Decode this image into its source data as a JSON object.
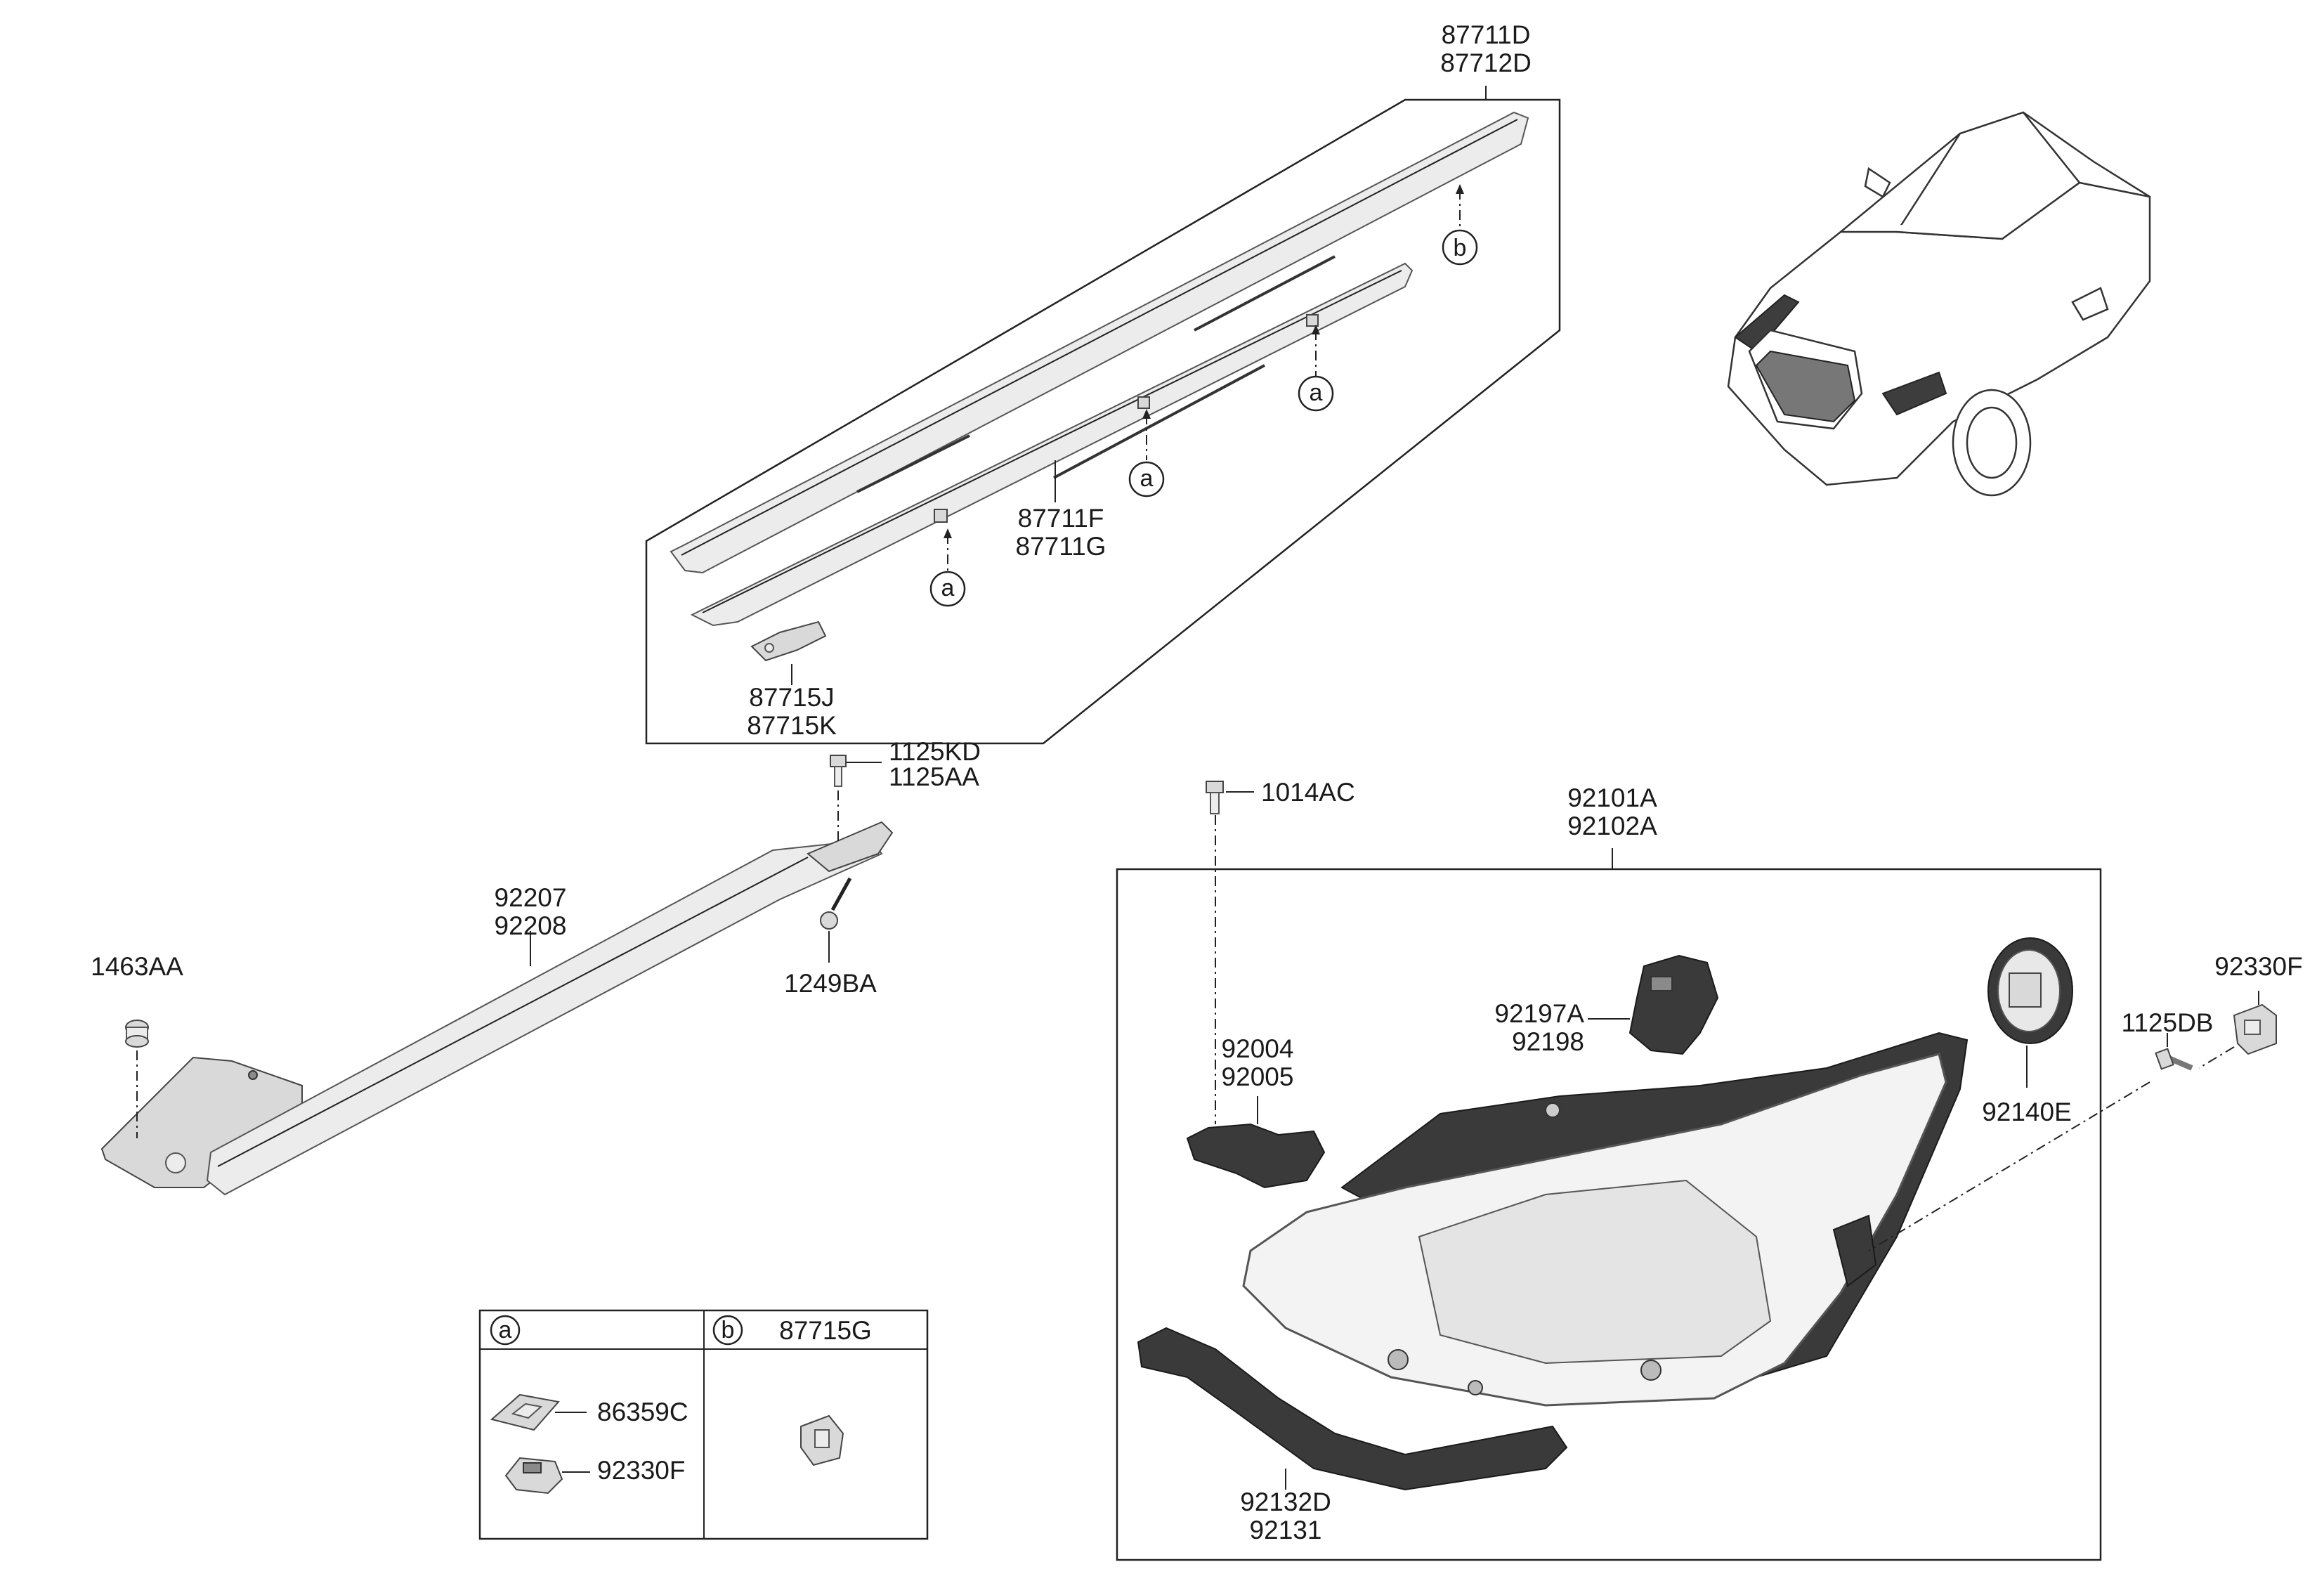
{
  "labels": {
    "p87711D": "87711D",
    "p87712D": "87712D",
    "p87711F": "87711F",
    "p87711G": "87711G",
    "p87715J": "87715J",
    "p87715K": "87715K",
    "p1125KD": "1125KD",
    "p1125AA": "1125AA",
    "p1249BA": "1249BA",
    "p92207": "92207",
    "p92208": "92208",
    "p1463AA": "1463AA",
    "p1014AC": "1014AC",
    "p92101A": "92101A",
    "p92102A": "92102A",
    "p92197A": "92197A",
    "p92198": "92198",
    "p92004": "92004",
    "p92005": "92005",
    "p92140E": "92140E",
    "p1125DB": "1125DB",
    "p92330F_right": "92330F",
    "p92132D": "92132D",
    "p92131": "92131"
  },
  "callouts": {
    "a": "a",
    "b": "b"
  },
  "legend_table": {
    "col_a_marker": "a",
    "col_b_marker": "b",
    "col_b_part": "87715G",
    "col_a_parts": [
      "86359C",
      "92330F"
    ]
  }
}
